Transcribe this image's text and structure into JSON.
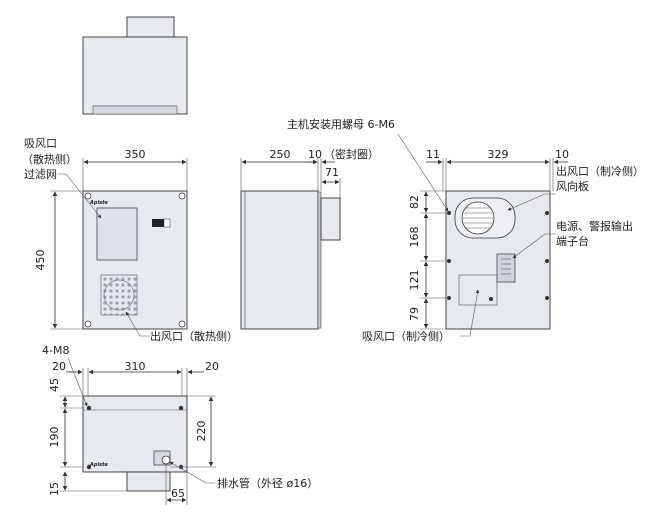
{
  "labels": {
    "intake_filter_line1": "吸风口",
    "intake_filter_line2": "（散热侧）",
    "intake_filter_line3": "过滤网",
    "outlet_heat": "出风口（散热侧）",
    "nut": "主机安装用螺母 6-M6",
    "outlet_cool_line1": "出风口（制冷侧）",
    "outlet_cool_line2": "风向板",
    "power_line1": "电源、警报输出",
    "power_line2": "端子台",
    "intake_cool": "吸风口（制冷侧）",
    "m8": "4-M8",
    "drain": "排水管（外径 ø16）",
    "gasket": "（密封圈）"
  },
  "dims": {
    "front_width": "350",
    "front_height": "450",
    "side_depth": "250",
    "side_gasket": "10",
    "side_71": "71",
    "rear_left": "11",
    "rear_width": "329",
    "rear_right": "10",
    "rear_82": "82",
    "rear_168": "168",
    "rear_121": "121",
    "rear_79": "79",
    "bottom_left": "20",
    "bottom_width": "310",
    "bottom_right": "20",
    "bottom_45": "45",
    "bottom_190": "190",
    "bottom_15": "15",
    "bottom_220": "220",
    "bottom_65": "65"
  },
  "logo": "Apiste"
}
